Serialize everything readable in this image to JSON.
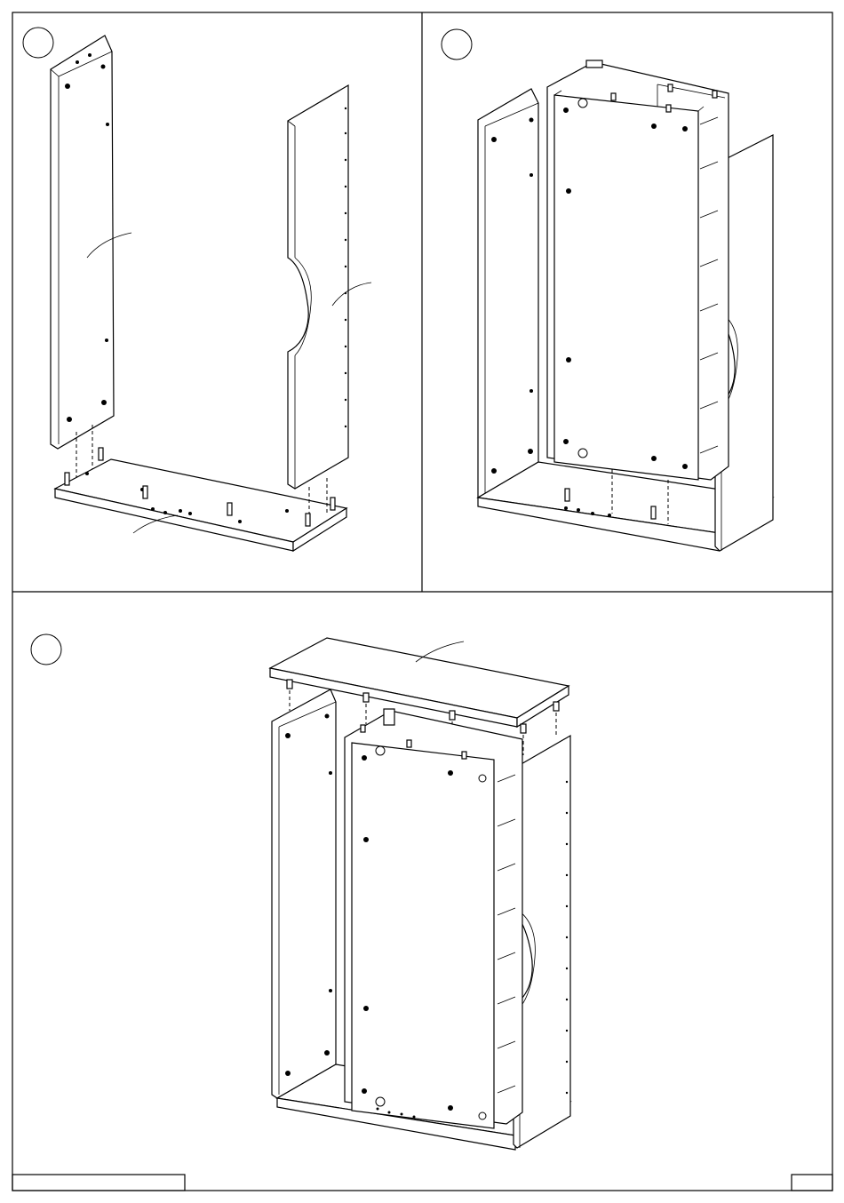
{
  "document": {
    "kind": "assembly-instructions-page",
    "line_color": "#000000",
    "background": "#ffffff"
  },
  "steps": [
    {
      "number": "",
      "icon": "step-circle"
    },
    {
      "number": "",
      "icon": "step-circle"
    },
    {
      "number": "",
      "icon": "step-circle"
    }
  ],
  "footer": {
    "left_label": "",
    "right_label": ""
  }
}
